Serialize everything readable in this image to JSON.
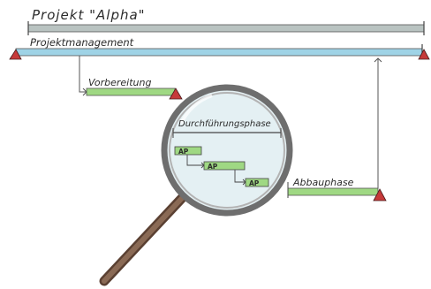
{
  "project": {
    "title": "Projekt \"Alpha\""
  },
  "phases": {
    "management": "Projektmanagement",
    "preparation": "Vorbereitung",
    "execution": "Durchführungsphase",
    "teardown": "Abbauphase"
  },
  "work_packages": [
    "AP",
    "AP",
    "AP"
  ],
  "colors": {
    "title_bar": "#b9c3c1",
    "management_bar": "#9fd3e6",
    "phase_bar": "#9fd883",
    "milestone": "#c63a3a",
    "lens_rim": "#8e8e8e",
    "handle": "#8a6a55"
  }
}
